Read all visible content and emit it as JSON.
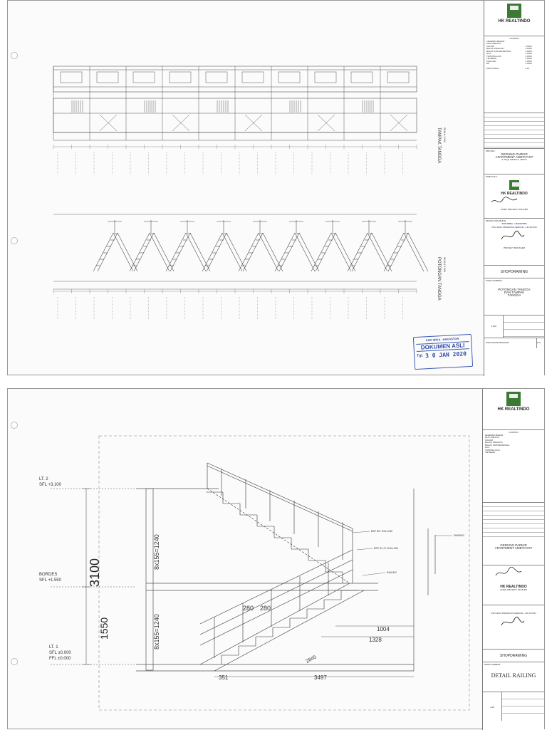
{
  "sheet1": {
    "views": {
      "elevation_label": "TAMPAK TANGGA",
      "elevation_scale": "SKALA 1:100",
      "section_label": "POTONGAN TANGGA",
      "section_scale": "SKALA 1:100"
    },
    "titleblock": {
      "company": "HK REALTINDO",
      "notes_title": "CATATAN",
      "legend_lines": [
        "LEGENDA BAHAN :",
        "MUTU BETON :",
        "KOLOM",
        "BALOK PRACAST",
        "BALOK KONVENSIONAL",
        "HCS",
        "TOPPING HCS",
        "TIE BEAM",
        "PILE CAP",
        "DP"
      ],
      "legend_values": [
        "= K350",
        "= K350",
        "= K350",
        "= K350",
        "= K350",
        "= K350",
        "= K350",
        "= K350"
      ],
      "mutu_baja": "MUTU BAJA :",
      "mutu_baja_value": "= 40",
      "proyek_label": "PROYEK :",
      "proyek_lines": [
        "GEDUNG PARKIR",
        "APARTMENT AMETHYST"
      ],
      "proyek_address": "Jl. Raya Kalideres, Jakarta",
      "approved_label": "DISETUJUI :",
      "approved_company": "HK REALTINDO",
      "approver_role": "CHIEF PROJECT OFFICER",
      "designer_label": "DESIGN AND BUILD :",
      "contractor": "KSO WIKA PRAKETAN GEDUNG - HK ASTON",
      "contractor_short": "KSO WIKA - HAKASTON",
      "signer_title": "PROJECT MANAGER",
      "stage": "SHOPDRAWING",
      "drawing_label": "NAMA GAMBAR :",
      "drawing_title_lines": [
        "POTONGAN TANGGA",
        "DAN TAMPAK",
        "TANGGA"
      ],
      "scale_value": "1:100",
      "sheet_no": "WPS-HK/SD/ARS/D/201",
      "rev": "R.0"
    },
    "stamp": {
      "org": "KSO WIKA - HAKASTON",
      "title": "DOKUMEN ASLI",
      "date_label": "Tgl.",
      "date": "3 0  JAN 2020"
    }
  },
  "sheet2": {
    "levels": {
      "lt2": "LT. 2",
      "lt2_sfl": "SFL +3.100",
      "bordes": "BORDES",
      "bordes_sfl": "SFL +1.550",
      "lt1": "LT. 1",
      "lt1_sfl": "SFL ±0.000",
      "lt1_ffl": "FFL ±0.000"
    },
    "dims": {
      "total_height": "3100",
      "half_height": "1550",
      "upper_flight": "8x155=1240",
      "lower_flight": "8x155=1240",
      "tread_top": "280",
      "tread_top2": "280",
      "dim_1004": "1004",
      "dim_1328": "1328",
      "dim_2845": "2845",
      "dim_351": "351",
      "dim_3497": "3497"
    },
    "annotations": {
      "railing_note_1": "BSP Ø2\" HOLLOW",
      "railing_note_2": "BSP Ø 1,5\" HOLLOW",
      "railing_note_3": "RAILING",
      "wall_note": "DINDING"
    },
    "titleblock": {
      "company": "HK REALTINDO",
      "notes_title": "CATATAN",
      "proyek_lines": [
        "GEDUNG PARKIR",
        "APARTMENT AMETHYST"
      ],
      "approved_company": "HK REALTINDO",
      "approver_role": "CHIEF PROJECT OFFICER",
      "contractor": "KSO WIKA PRAKETAN GEDUNG - HK ASTON",
      "stage": "SHOPDRAWING",
      "drawing_label": "NAMA GAMBAR :",
      "drawing_title": "DETAIL RAILING",
      "scale_value": "1:20"
    }
  }
}
